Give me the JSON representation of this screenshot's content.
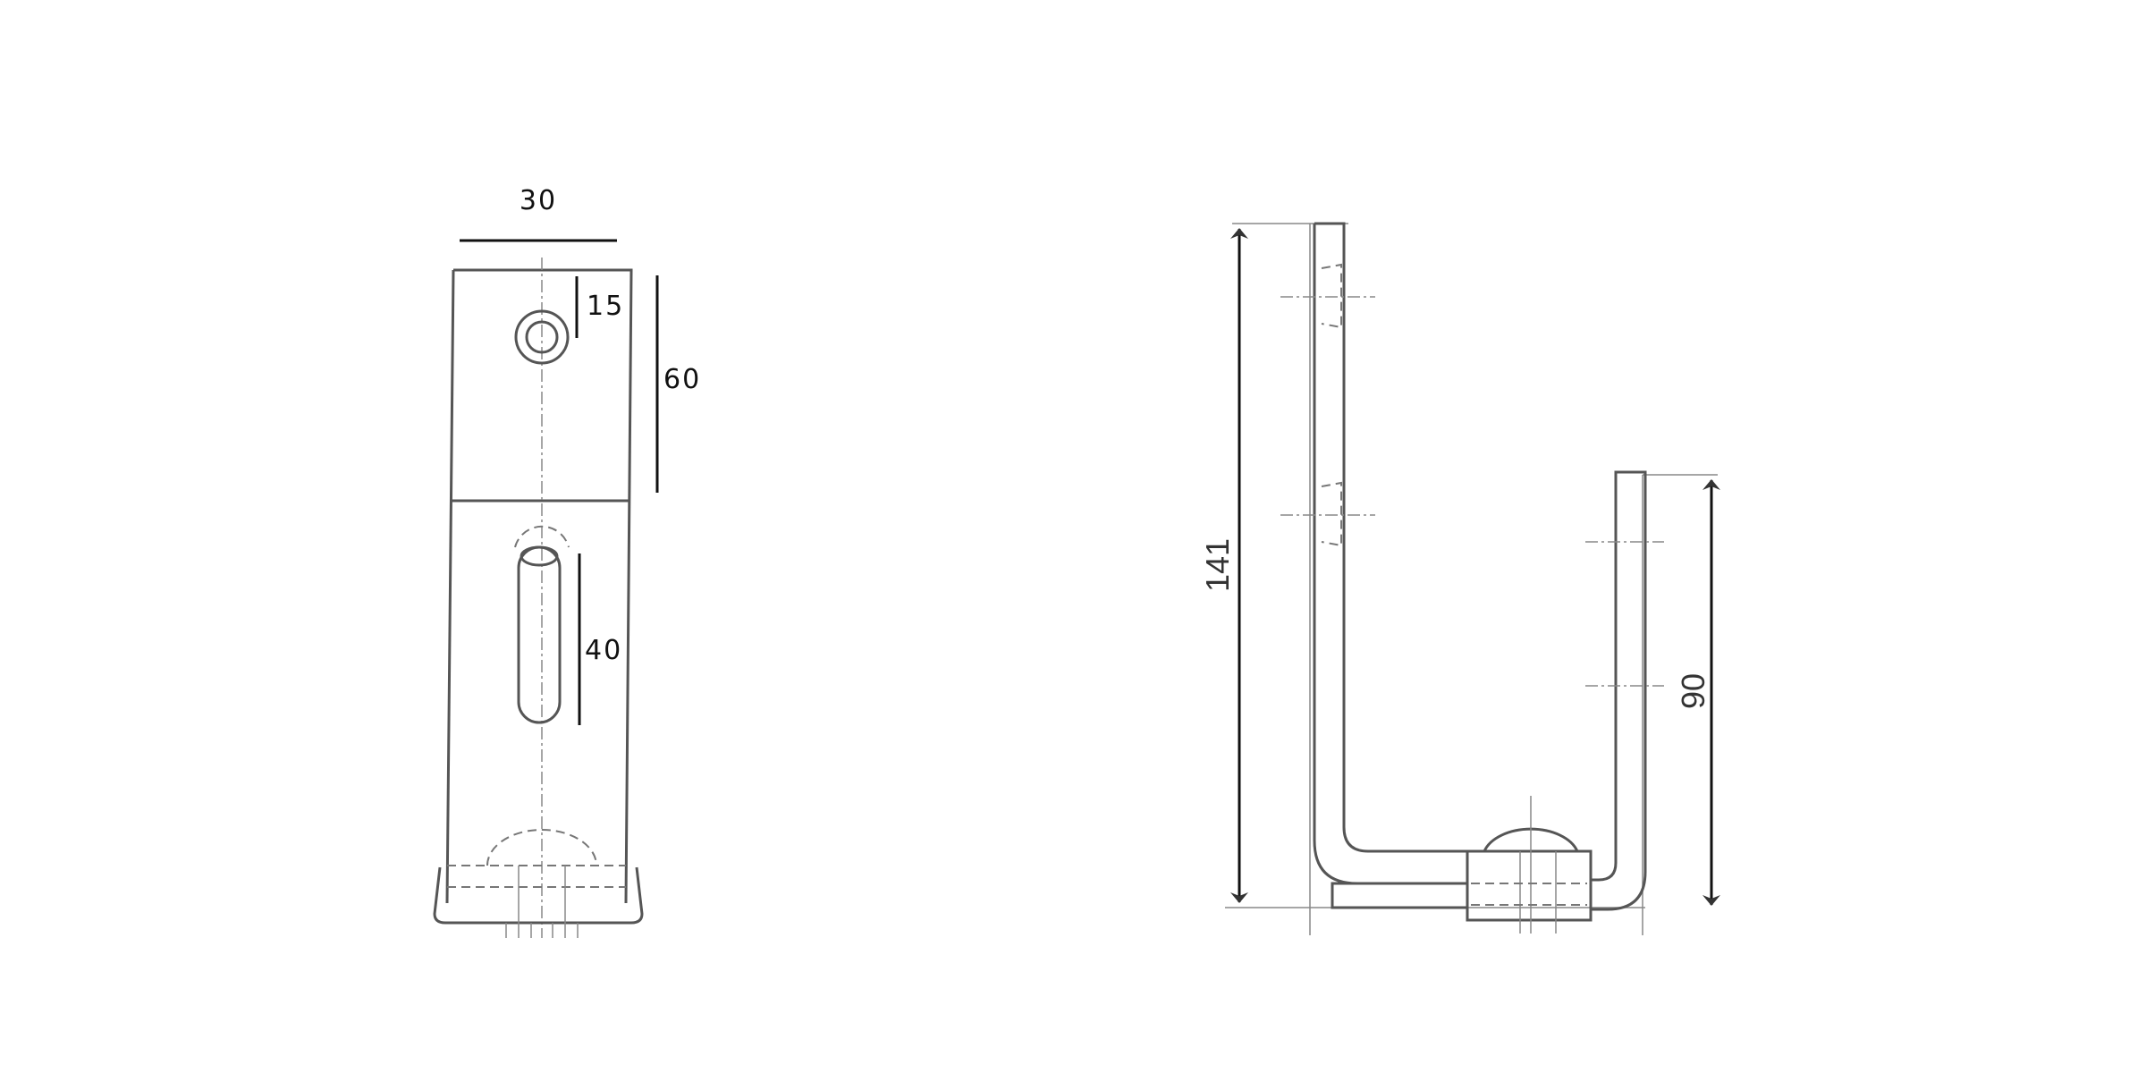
{
  "front_view": {
    "dimensions": {
      "width": "30",
      "hole_offset": "15",
      "upper_height": "60",
      "slot_length": "40"
    }
  },
  "side_view": {
    "dimensions": {
      "total_height": "141",
      "short_leg_height": "90"
    }
  },
  "colors": {
    "line": "#555555",
    "dimension": "#111111",
    "background": "#ffffff"
  }
}
